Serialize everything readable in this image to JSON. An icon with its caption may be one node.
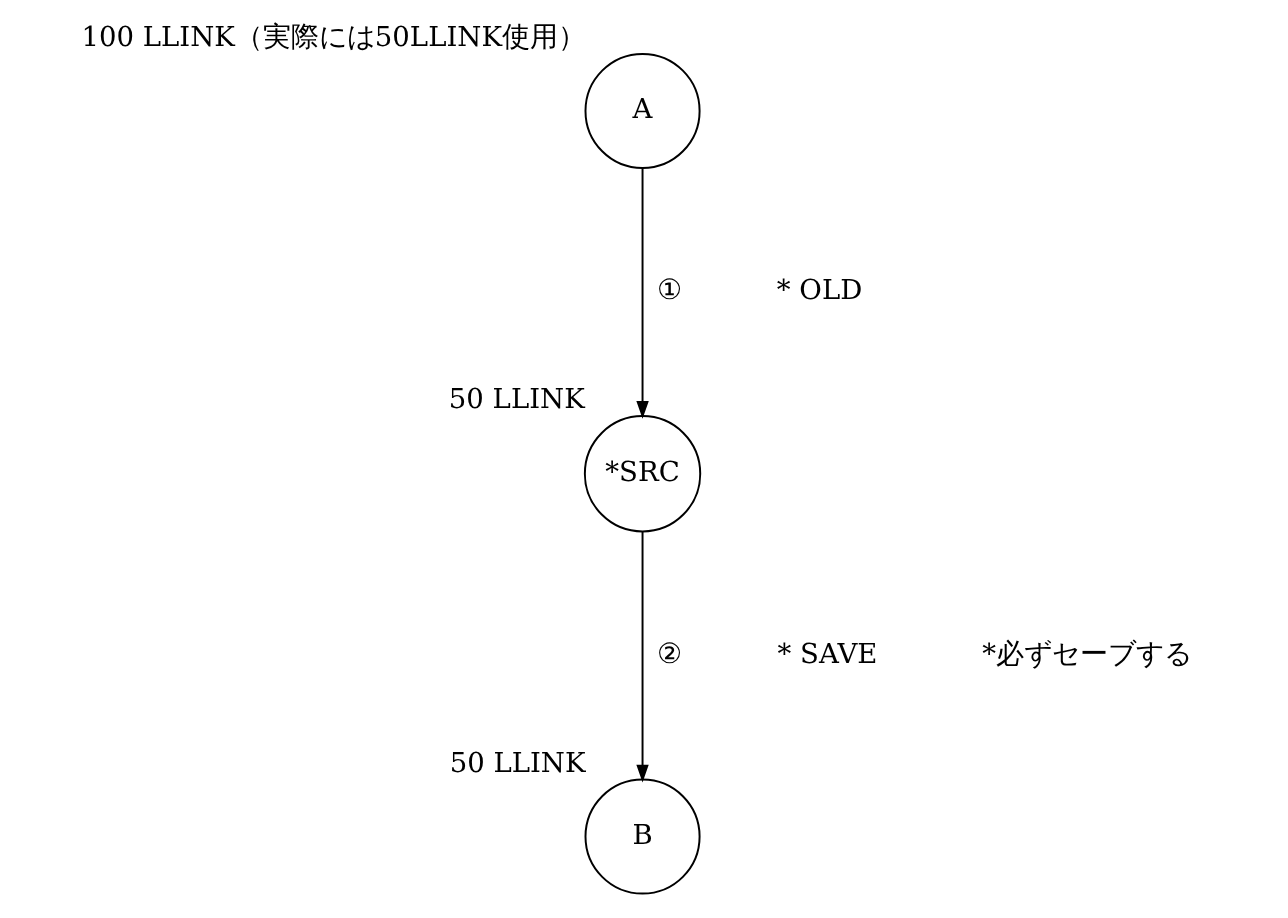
{
  "diagram": {
    "nodes": [
      {
        "text": [
          "A"
        ],
        "beside": [
          "100 LLINK（実際には50LLINK使用）"
        ]
      },
      {
        "text": [
          "*SRC"
        ],
        "beside": [
          "50 LLINK"
        ]
      },
      {
        "text": [
          "B"
        ],
        "beside": [
          "50 LLINK"
        ]
      }
    ],
    "edges": [
      {
        "from": 0,
        "to": 1,
        "arrow": "to",
        "label": "①"
      },
      {
        "from": 1,
        "to": 2,
        "arrow": "to",
        "label": "②"
      }
    ],
    "labels": [
      "* OLD",
      "* SAVE",
      "*必ずセーブする"
    ]
  }
}
